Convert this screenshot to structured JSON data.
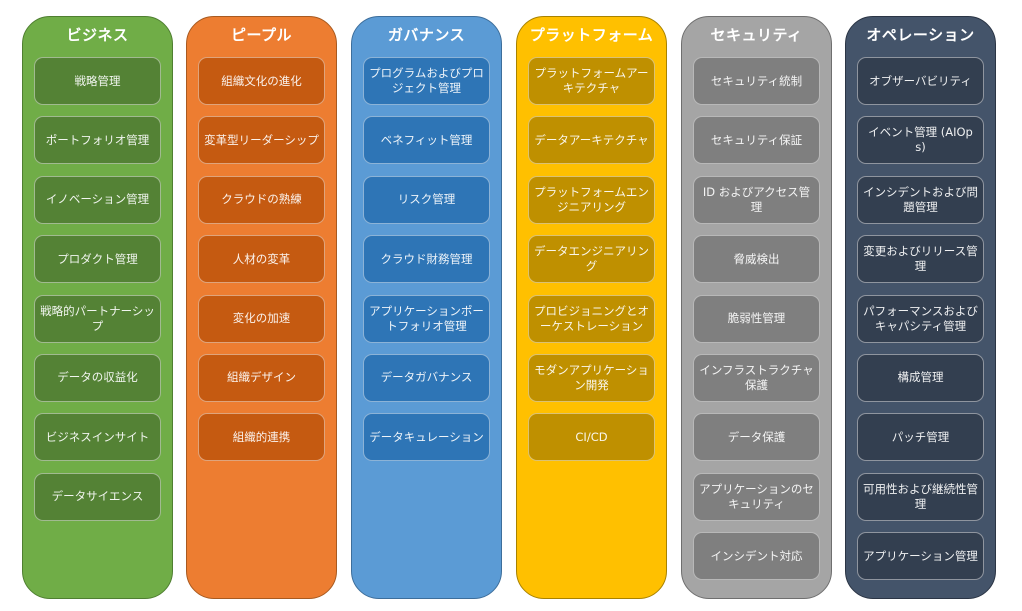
{
  "columns": [
    {
      "title": "ビジネス",
      "color": "#70ad47",
      "item_color": "#548235",
      "items": [
        "戦略管理",
        "ポートフォリオ管理",
        "イノベーション管理",
        "プロダクト管理",
        "戦略的パートナーシップ",
        "データの収益化",
        "ビジネスインサイト",
        "データサイエンス"
      ]
    },
    {
      "title": "ピープル",
      "color": "#ed7d31",
      "item_color": "#c55a11",
      "items": [
        "組織文化の進化",
        "変革型リーダーシップ",
        "クラウドの熟練",
        "人材の変革",
        "変化の加速",
        "組織デザイン",
        "組織的連携"
      ]
    },
    {
      "title": "ガバナンス",
      "color": "#5b9bd5",
      "item_color": "#2e75b6",
      "items": [
        "プログラムおよびプロジェクト管理",
        "ベネフィット管理",
        "リスク管理",
        "クラウド財務管理",
        "アプリケーションポートフォリオ管理",
        "データガバナンス",
        "データキュレーション"
      ]
    },
    {
      "title": "プラットフォーム",
      "color": "#ffc000",
      "item_color": "#bf9000",
      "items": [
        "プラットフォームアーキテクチャ",
        "データアーキテクチャ",
        "プラットフォームエンジニアリング",
        "データエンジニアリング",
        "プロビジョニングとオーケストレーション",
        "モダンアプリケーション開発",
        "CI/CD"
      ]
    },
    {
      "title": "セキュリティ",
      "color": "#a5a5a5",
      "item_color": "#7f7f7f",
      "items": [
        "セキュリティ統制",
        "セキュリティ保証",
        "ID およびアクセス管理",
        "脅威検出",
        "脆弱性管理",
        "インフラストラクチャ保護",
        "データ保護",
        "アプリケーションのセキュリティ",
        "インシデント対応"
      ]
    },
    {
      "title": "オペレーション",
      "color": "#44546a",
      "item_color": "#333f50",
      "items": [
        "オブザーバビリティ",
        "イベント管理 (AIOps)",
        "インシデントおよび問題管理",
        "変更およびリリース管理",
        "パフォーマンスおよびキャパシティ管理",
        "構成管理",
        "パッチ管理",
        "可用性および継続性管理",
        "アプリケーション管理"
      ]
    }
  ]
}
